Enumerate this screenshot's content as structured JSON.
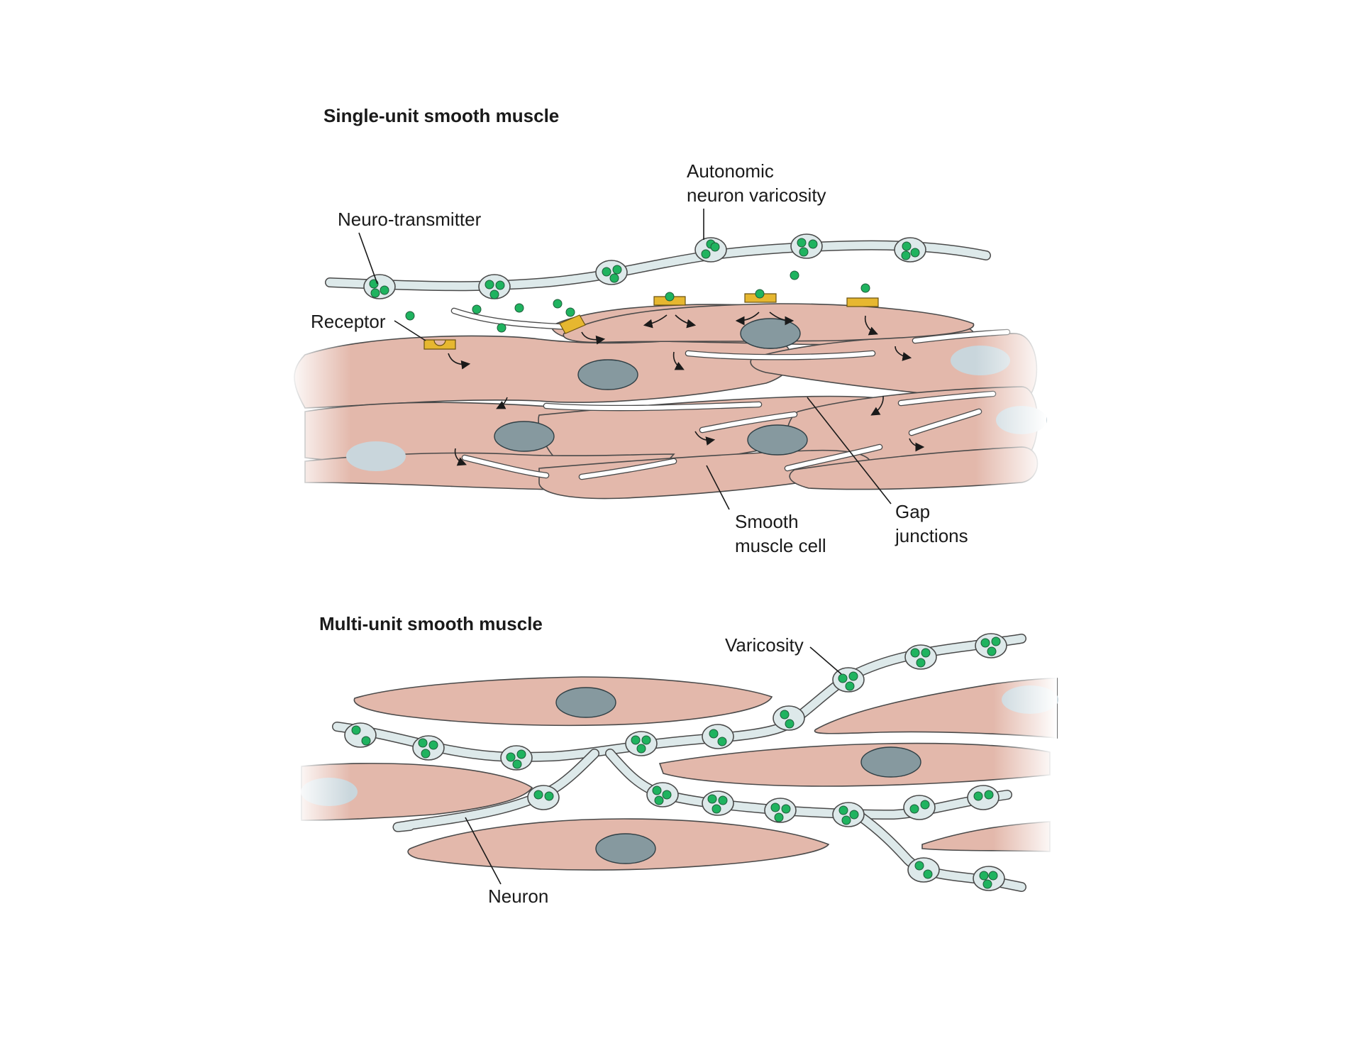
{
  "diagram": {
    "top_panel": {
      "title": "Single-unit smooth muscle",
      "labels": {
        "neurotransmitter": "Neuro-transmitter",
        "varicosity_line1": "Autonomic",
        "varicosity_line2": "neuron varicosity",
        "receptor": "Receptor",
        "smooth_muscle_line1": "Smooth",
        "smooth_muscle_line2": "muscle cell",
        "gap_line1": "Gap",
        "gap_line2": "junctions"
      }
    },
    "bottom_panel": {
      "title": "Multi-unit smooth muscle",
      "labels": {
        "varicosity": "Varicosity",
        "neuron": "Neuron"
      }
    }
  },
  "colors": {
    "cell": "#e3b8ab",
    "nucleus": "#86999f",
    "neuron": "#dde9ea",
    "vesicle": "#1fb35f",
    "receptor": "#e6b730"
  }
}
